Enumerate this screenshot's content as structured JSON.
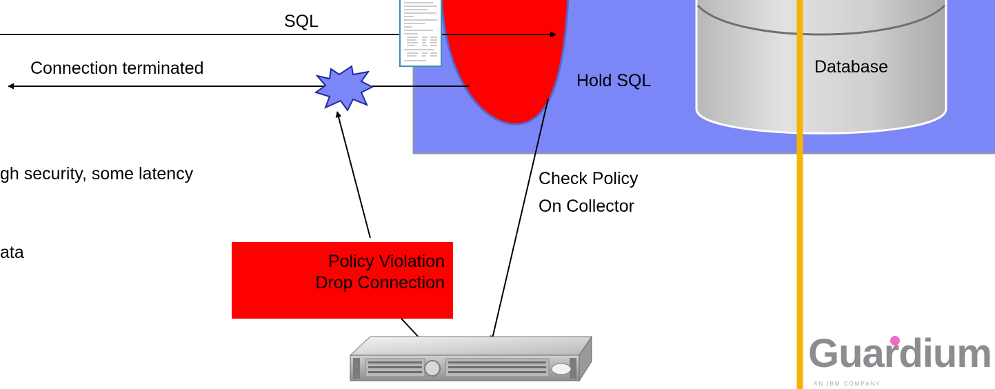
{
  "labels": {
    "sql": "SQL",
    "connection_terminated": "Connection terminated",
    "hold_sql": "Hold SQL",
    "database": "Database",
    "security_fragment": "gh security, some latency",
    "data_fragment": "ata",
    "check_policy_line1": "Check Policy",
    "check_policy_line2": "On Collector",
    "policy_violation_line1": "Policy Violation",
    "policy_violation_line2": "Drop Connection"
  },
  "logo": {
    "text": "Guardium",
    "tagline": "AN IBM COMPANY"
  },
  "colors": {
    "panel": "#7b86f7",
    "hold_oval": "#ff0000",
    "database_cylinder": "#c9c9c9",
    "divider_line": "#f5b400",
    "violation_box": "#ff0000",
    "logo_dot": "#f06bc7"
  }
}
